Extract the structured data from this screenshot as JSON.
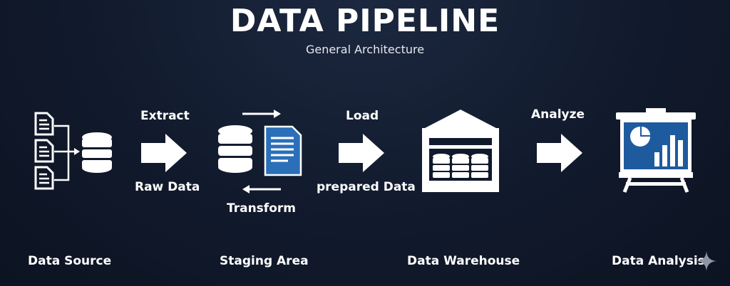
{
  "header": {
    "title": "DATA PIPELINE",
    "subtitle": "General Architecture"
  },
  "steps": {
    "extract": "Extract",
    "raw_data": "Raw Data",
    "transform": "Transform",
    "load": "Load",
    "prepared_data": "prepared Data",
    "analyze": "Analyze"
  },
  "stages": {
    "source": "Data Source",
    "staging": "Staging Area",
    "warehouse": "Data Warehouse",
    "analysis": "Data Analysis"
  },
  "colors": {
    "background": "#111a2c",
    "icon": "#ffffff",
    "accent_blue": "#2a6fb8"
  },
  "icons": [
    "document-icon",
    "database-icon",
    "arrow-right-icon",
    "warehouse-icon",
    "presentation-chart-icon",
    "sparkle-icon"
  ]
}
